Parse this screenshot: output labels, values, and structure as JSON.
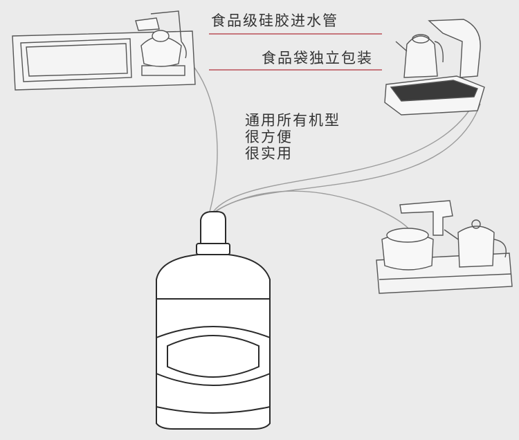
{
  "labels": {
    "tube": "食品级硅胶进水管",
    "packaging": "食品袋独立包装",
    "features": [
      "通用所有机型",
      "很方便",
      "很实用"
    ]
  },
  "colors": {
    "background": "#ebebeb",
    "line": "#444444",
    "hose": "#aaaaaa",
    "divider": "#b0303a",
    "text": "#333333"
  },
  "icons": [
    "water-bottle-icon",
    "tea-tray-kettle-icon",
    "auto-kettle-icon",
    "dual-kettle-stove-icon"
  ]
}
